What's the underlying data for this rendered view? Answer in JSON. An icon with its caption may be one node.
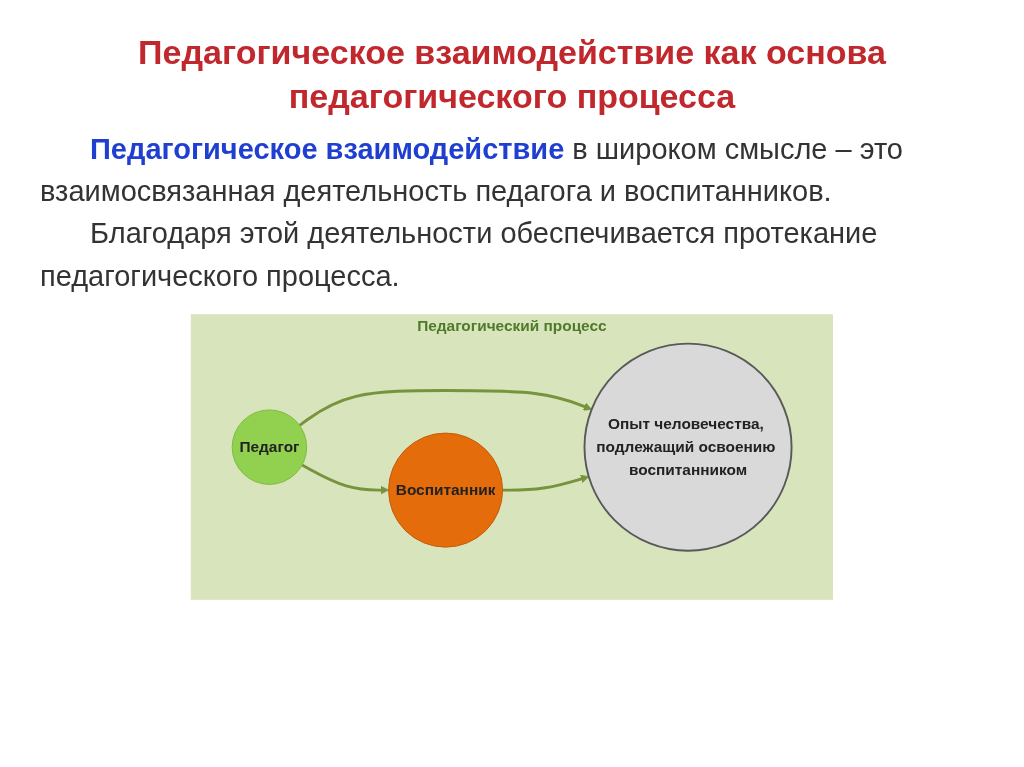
{
  "diagram": {
    "title": "Педагогическое взаимодействие как основа педагогического процесса",
    "nodes": [
      {
        "text": [
          "Педагогический процесс"
        ]
      },
      {
        "text": [
          "Педагог"
        ],
        "in": 0
      },
      {
        "text": [
          "Воспитанник"
        ],
        "in": 0
      },
      {
        "text": [
          "Опыт человечества, подлежащий освоению воспитанником"
        ],
        "in": 0
      }
    ],
    "edges": [
      {
        "from": 1,
        "to": 2,
        "arrow": "to"
      },
      {
        "from": 1,
        "to": 3,
        "arrow": "to"
      },
      {
        "from": 2,
        "to": 3,
        "arrow": "to"
      }
    ],
    "labels": [
      "**Педагогическое взаимодействие** в широком смысле – это взаимосвязанная деятельность педагога и воспитанников.",
      "Благодаря этой деятельности обеспечивается протекание педагогического процесса."
    ]
  }
}
